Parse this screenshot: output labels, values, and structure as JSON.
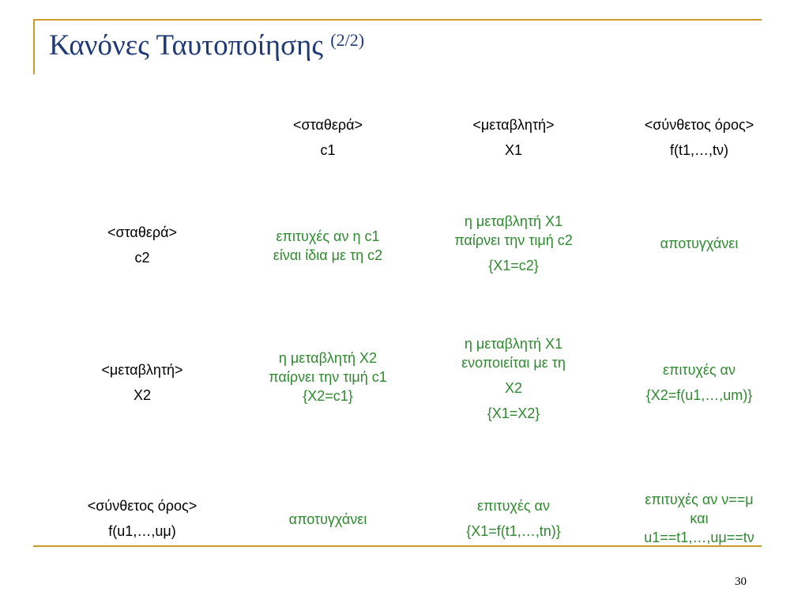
{
  "slide": {
    "title": "Κανόνες Ταυτοποίησης",
    "title_suffix": "(2/2)",
    "page_number": "30"
  },
  "colors": {
    "accent": "#cc9a2a",
    "title": "#1f3a78",
    "result": "#2e8a2e",
    "header": "#000000"
  },
  "columns": [
    {
      "label": "<σταθερά>",
      "symbol": "c1"
    },
    {
      "label": "<μεταβλητή>",
      "symbol": "X1"
    },
    {
      "label": "<σύνθετος όρος>",
      "symbol": "f(t1,…,tν)"
    }
  ],
  "rows": [
    {
      "label": "<σταθερά>",
      "symbol": "c2",
      "cells": [
        [
          "επιτυχές αν η c1",
          "είναι ίδια με τη c2"
        ],
        [
          "η μεταβλητή X1",
          "παίρνει την τιμή c2",
          "{X1=c2}"
        ],
        [
          "αποτυγχάνει"
        ]
      ]
    },
    {
      "label": "<μεταβλητή>",
      "symbol": "X2",
      "cells": [
        [
          "η μεταβλητή X2",
          "παίρνει την τιμή c1",
          "{X2=c1}"
        ],
        [
          "η μεταβλητή X1",
          "ενοποιείται με τη",
          "X2",
          "{X1=X2}"
        ],
        [
          "επιτυχές αν",
          "{X2=f(u1,…,um)}"
        ]
      ]
    },
    {
      "label": "<σύνθετος όρος>",
      "symbol": "f(u1,…,uμ)",
      "cells": [
        [
          "αποτυγχάνει"
        ],
        [
          "επιτυχές αν",
          "{X1=f(t1,…,tn)}"
        ],
        [
          "επιτυχές αν ν==μ",
          "και",
          "u1==t1,…,uμ==tν"
        ]
      ]
    }
  ]
}
